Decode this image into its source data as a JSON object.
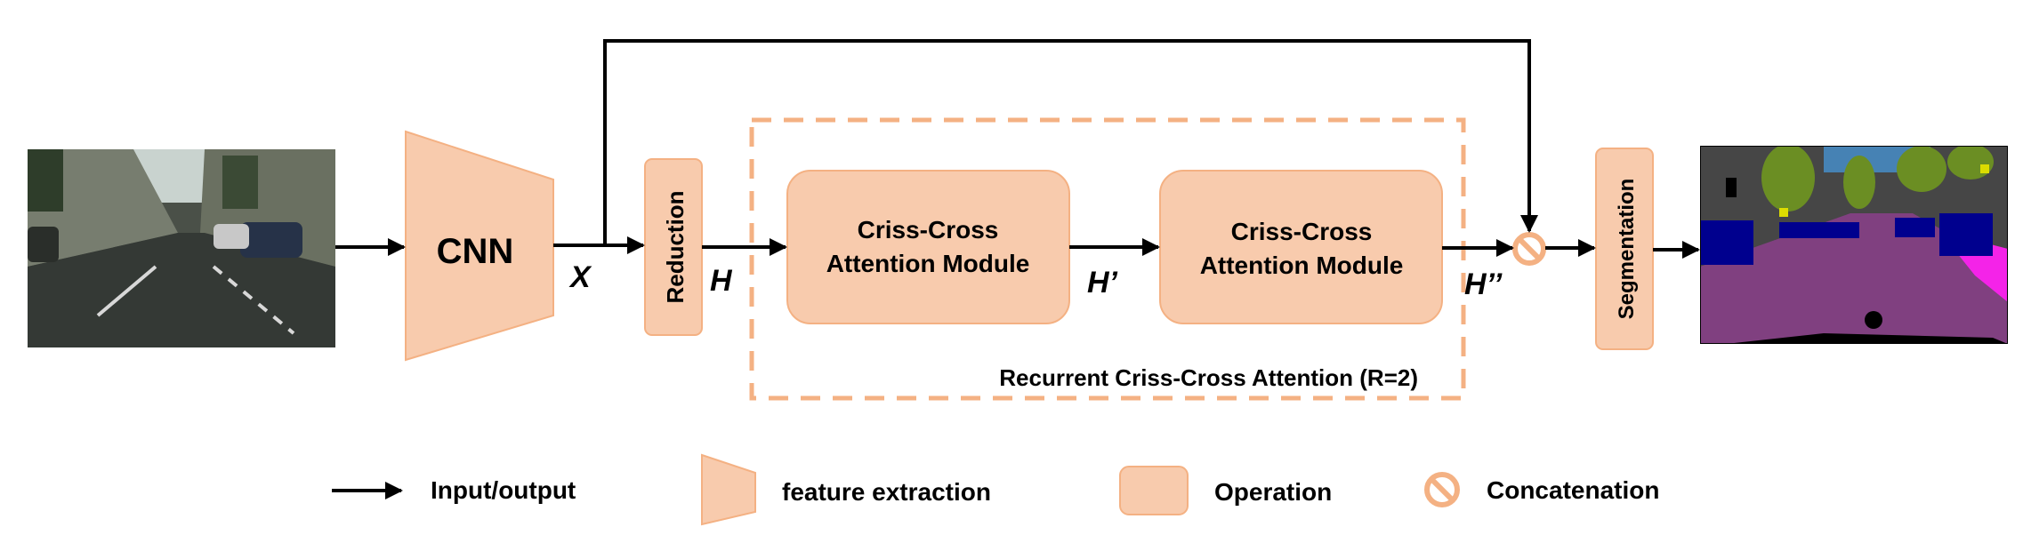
{
  "colors": {
    "box_fill": "#f8cbad",
    "box_stroke": "#f4b183",
    "arrow": "#000000",
    "street_sky": "#cfd8d4",
    "street_buildings": "#6f7566",
    "street_road": "#3a3f3a",
    "seg_road": "#804080",
    "seg_sidewalk": "#f423e8",
    "seg_building": "#464646",
    "seg_vegetation": "#6b8e23",
    "seg_car": "#00008e",
    "seg_sky": "#4682b4",
    "seg_sign": "#dcdc00"
  },
  "blocks": {
    "cnn": "CNN",
    "reduction": "Reduction",
    "cca1_line1": "Criss-Cross",
    "cca1_line2": "Attention Module",
    "cca2_line1": "Criss-Cross",
    "cca2_line2": "Attention Module",
    "rcca_caption": "Recurrent Criss-Cross Attention (R=2)",
    "segmentation": "Segmentation"
  },
  "features": {
    "x": "X",
    "h": "H",
    "h1": "H’",
    "h2": "H’’"
  },
  "images": {
    "input": "input-street-photo",
    "output": "segmentation-map"
  },
  "legend": {
    "arrow": "Input/output",
    "trapezoid": "feature extraction",
    "box": "Operation",
    "concat": "Concatenation"
  }
}
